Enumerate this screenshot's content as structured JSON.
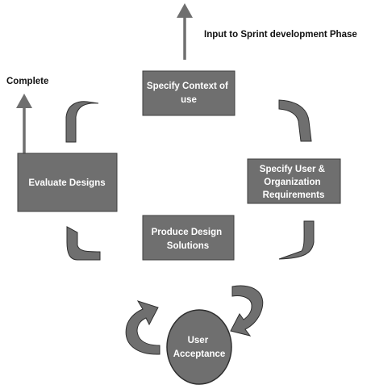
{
  "top_output": {
    "label": "Input to Sprint development Phase"
  },
  "side_output": {
    "label": "Complete"
  },
  "boxes": {
    "specify_context": {
      "lines": [
        "Specify Context of",
        "use"
      ]
    },
    "specify_requirements": {
      "lines": [
        "Specify User &",
        "Organization",
        "Requirements"
      ]
    },
    "produce_solutions": {
      "lines": [
        "Produce Design",
        "Solutions"
      ]
    },
    "evaluate_designs": {
      "lines": [
        "Evaluate Designs"
      ]
    }
  },
  "user_acceptance": {
    "lines": [
      "User",
      "Acceptance"
    ]
  },
  "colors": {
    "box_fill": "#6f6f6f",
    "box_text": "#ffffff",
    "text": "#111111"
  }
}
